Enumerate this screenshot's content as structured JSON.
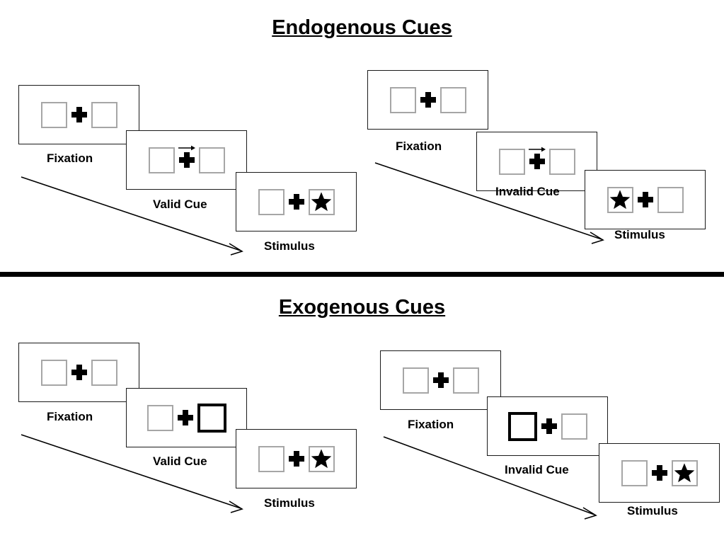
{
  "figure": {
    "title_endogenous": "Endogenous Cues",
    "title_exogenous": "Exogenous Cues"
  },
  "labels": {
    "fixation": "Fixation",
    "valid_cue": "Valid Cue",
    "invalid_cue": "Invalid Cue",
    "stimulus": "Stimulus"
  },
  "colors": {
    "box_border": "#a6a6a6",
    "cued_box_border": "#000000",
    "frame_border": "#1a1a1a",
    "ink": "#000000",
    "background": "#ffffff"
  },
  "icons": {
    "fixation_cross": "plus-icon",
    "cue_arrow": "arrow-right-icon",
    "target": "star-icon",
    "flow": "diagonal-arrow-icon"
  },
  "sections": [
    {
      "id": "endogenous",
      "title": "Endogenous Cues",
      "sequences": [
        {
          "id": "endogenous-valid",
          "cue_type": "arrow",
          "frames": [
            {
              "label": "Fixation",
              "left": "empty",
              "right": "empty",
              "arrow": false
            },
            {
              "label": "Valid Cue",
              "left": "empty",
              "right": "empty",
              "arrow": true,
              "arrow_direction": "right"
            },
            {
              "label": "Stimulus",
              "left": "empty",
              "right": "star",
              "arrow": false
            }
          ]
        },
        {
          "id": "endogenous-invalid",
          "cue_type": "arrow",
          "frames": [
            {
              "label": "Fixation",
              "left": "empty",
              "right": "empty",
              "arrow": false
            },
            {
              "label": "Invalid Cue",
              "left": "empty",
              "right": "empty",
              "arrow": true,
              "arrow_direction": "right"
            },
            {
              "label": "Stimulus",
              "left": "star",
              "right": "empty",
              "arrow": false
            }
          ]
        }
      ]
    },
    {
      "id": "exogenous",
      "title": "Exogenous Cues",
      "sequences": [
        {
          "id": "exogenous-valid",
          "cue_type": "box-flash",
          "frames": [
            {
              "label": "Fixation",
              "left": "empty",
              "right": "empty",
              "arrow": false
            },
            {
              "label": "Valid Cue",
              "left": "empty",
              "right": "cued",
              "arrow": false
            },
            {
              "label": "Stimulus",
              "left": "empty",
              "right": "star",
              "arrow": false
            }
          ]
        },
        {
          "id": "exogenous-invalid",
          "cue_type": "box-flash",
          "frames": [
            {
              "label": "Fixation",
              "left": "empty",
              "right": "empty",
              "arrow": false
            },
            {
              "label": "Invalid Cue",
              "left": "cued",
              "right": "empty",
              "arrow": false
            },
            {
              "label": "Stimulus",
              "left": "empty",
              "right": "star",
              "arrow": false
            }
          ]
        }
      ]
    }
  ]
}
